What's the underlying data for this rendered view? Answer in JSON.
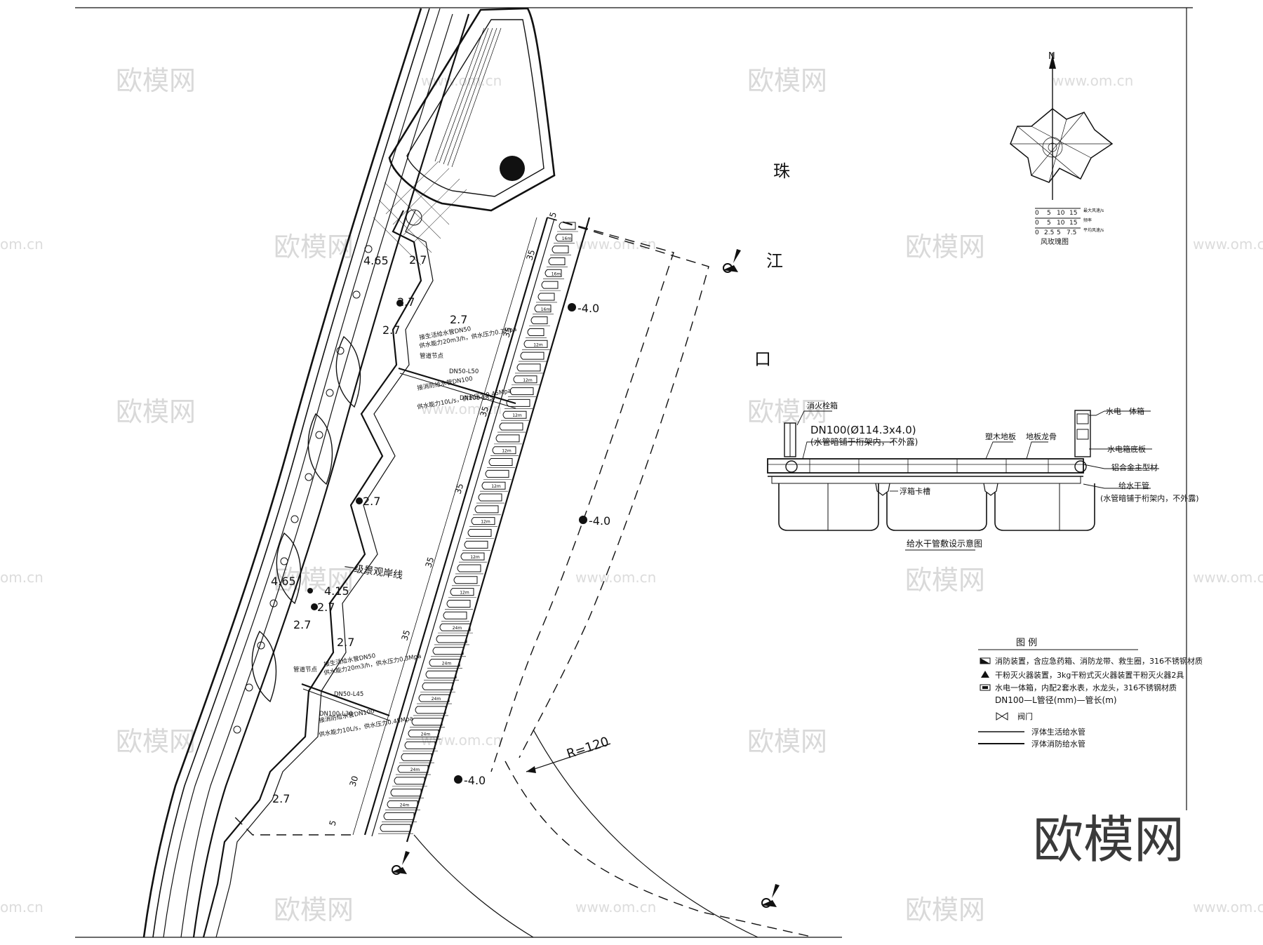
{
  "river": {
    "chars": [
      "珠",
      "江",
      "口"
    ]
  },
  "compass": {
    "north": "N",
    "title": "风玫瑰图",
    "scales": [
      [
        "0",
        "5",
        "10",
        "15"
      ],
      [
        "0",
        "5",
        "10",
        "15"
      ],
      [
        "0",
        "2.5",
        "5",
        "7.5"
      ]
    ],
    "scale_notes": [
      "最大风速/s",
      "频率",
      "平均风速/s"
    ]
  },
  "section": {
    "title": "给水干管敷设示意图",
    "labels": {
      "hydrant": "消火栓箱",
      "pipe_spec": "DN100(Ø114.3x4.0)",
      "pipe_note": "(水管暗铺于桁架内，不外露)",
      "plastic_floor": "塑木地板",
      "floor_keel": "地板龙骨",
      "utility_box": "水电一体箱",
      "box_base": "水电箱底板",
      "aluminum_frame": "铝合金主型材",
      "main_pipe": "给水干管",
      "main_pipe_note": "(水管暗铺于桁架内，不外露)",
      "float_slot": "浮箱卡槽"
    }
  },
  "legend": {
    "title": "图  例",
    "items": [
      "消防装置，含应急药箱、消防龙带、救生圈，316不锈钢材质",
      "干粉灭火器装置，3kg干粉式灭火器装置干粉灭火器2具",
      "水电一体箱，内配2套水表，水龙头，316不锈钢材质",
      "DN100—L管径(mm)—管长(m)",
      "阀门",
      "浮体生活给水管",
      "浮体消防给水管"
    ],
    "dn_line": "DN100—L管径(mm)—管长(m)"
  },
  "plan": {
    "depths": {
      "d1": "-4.0",
      "d2": "-4.0",
      "d3": "-4.0"
    },
    "elevations": [
      "4.65",
      "2.7",
      "2.7",
      "2.7",
      "2.7",
      "4.65",
      "4.15",
      "2.7",
      "2.7",
      "2.7",
      "2.7",
      "2.7"
    ],
    "radius": "R=120",
    "shoreline": "一级景观岸线",
    "dims": [
      "35",
      "35",
      "35",
      "35",
      "35",
      "35",
      "30",
      "5",
      "5"
    ],
    "pipe_notes_top": [
      "接生活给水管DN50",
      "供水能力20m3/h，供水压力0.3Mpa",
      "管道节点",
      "DN50-L50",
      "接消防给水管DN100",
      "供水能力10L/s，供水压力0.45Mpa",
      "DN100-L85"
    ],
    "pipe_notes_bottom": [
      "接生活给水管DN50",
      "供水能力20m3/h，供水压力0.3Mpa",
      "管道节点",
      "DN50-L45",
      "接消防给水管DN100",
      "供水能力10L/s，供水压力0.45Mpa",
      "DN100-L30"
    ],
    "berth_labels": [
      "16m",
      "12m",
      "24m"
    ]
  },
  "watermark": {
    "brand": "欧模网",
    "url": "www.om.cn",
    "url_short": "om.cn"
  }
}
